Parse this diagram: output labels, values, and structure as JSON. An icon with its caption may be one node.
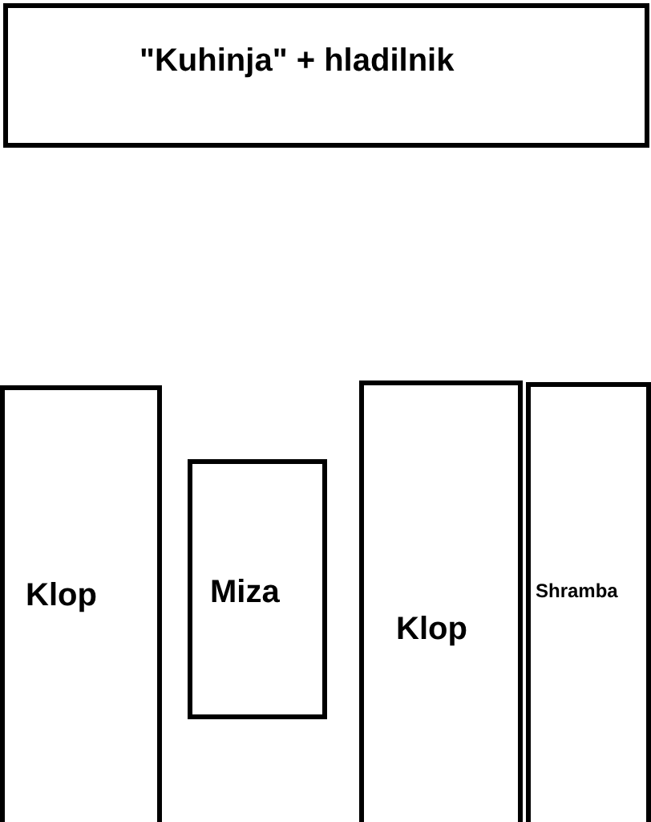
{
  "diagram": {
    "nodes": [
      {
        "text": [
          "\"Kuhinja\" + hladilnik"
        ]
      },
      {
        "text": [
          "Klop"
        ]
      },
      {
        "text": [
          "Miza"
        ]
      },
      {
        "text": [
          "Klop"
        ]
      },
      {
        "text": [
          "Shramba"
        ]
      }
    ]
  }
}
